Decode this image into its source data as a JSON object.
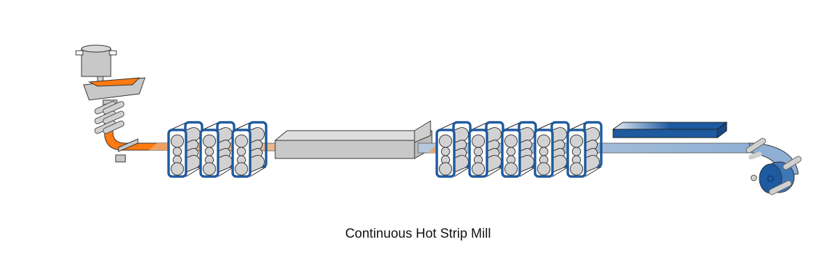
{
  "caption": "Continuous Hot Strip Mill",
  "stands": {
    "roughing_count": 3,
    "finishing_count": 5
  },
  "colors": {
    "hot_steel": "#ff7a10",
    "frame_blue": "#1f5a9e",
    "roll_gray": "#d2d2d2",
    "strip_blue": "#9bb8d6",
    "coil_blue": "#1d5aa0"
  }
}
